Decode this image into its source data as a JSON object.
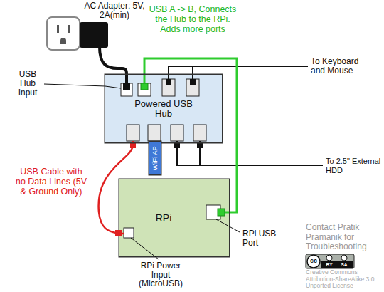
{
  "diagram": {
    "nodes": [
      {
        "text": [
          "Powered USB Hub"
        ]
      },
      {
        "text": [
          "WiFi AP"
        ]
      },
      {
        "text": [
          "RPi"
        ]
      }
    ],
    "edges": [
      {
        "from": 0,
        "to": 2,
        "arrow": "none",
        "label": "USB A -> B, Connects the Hub to the RPi. Adds more ports"
      },
      {
        "from": 0,
        "to": 2,
        "arrow": "none",
        "label": "USB Cable with no Data Lines (5V & Ground Only)"
      }
    ],
    "labels": [
      "AC Adapter: 5V, 2A(min)",
      "USB Hub Input",
      "To Keyboard and Mouse",
      "To 2.5\" External HDD",
      "RPi Power Input (MicroUSB)",
      "RPi USB Port",
      "Contact Pratik Pramanik for Troubleshooting",
      "cc",
      "BY",
      "SA",
      "Creative Commons Attribution-ShareAlike 3.0 Unported License"
    ]
  }
}
